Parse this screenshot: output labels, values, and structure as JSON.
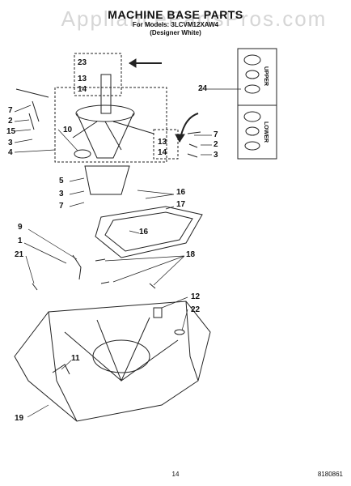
{
  "header": {
    "watermark": "AppliancePartsPros.com",
    "title": "MACHINE BASE PARTS",
    "model_line": "For Models: 3LCVM12XAW4",
    "variant": "(Designer White)"
  },
  "callouts": [
    "23",
    "13",
    "14",
    "7",
    "2",
    "15",
    "3",
    "4",
    "10",
    "24",
    "7",
    "2",
    "3",
    "13",
    "14",
    "5",
    "3",
    "7",
    "16",
    "17",
    "16",
    "9",
    "1",
    "21",
    "18",
    "12",
    "22",
    "11",
    "19"
  ],
  "inset_labels": {
    "upper": "UPPER",
    "lower": "LOWER"
  },
  "footer": {
    "page_number": "14",
    "doc_number": "8180861"
  }
}
